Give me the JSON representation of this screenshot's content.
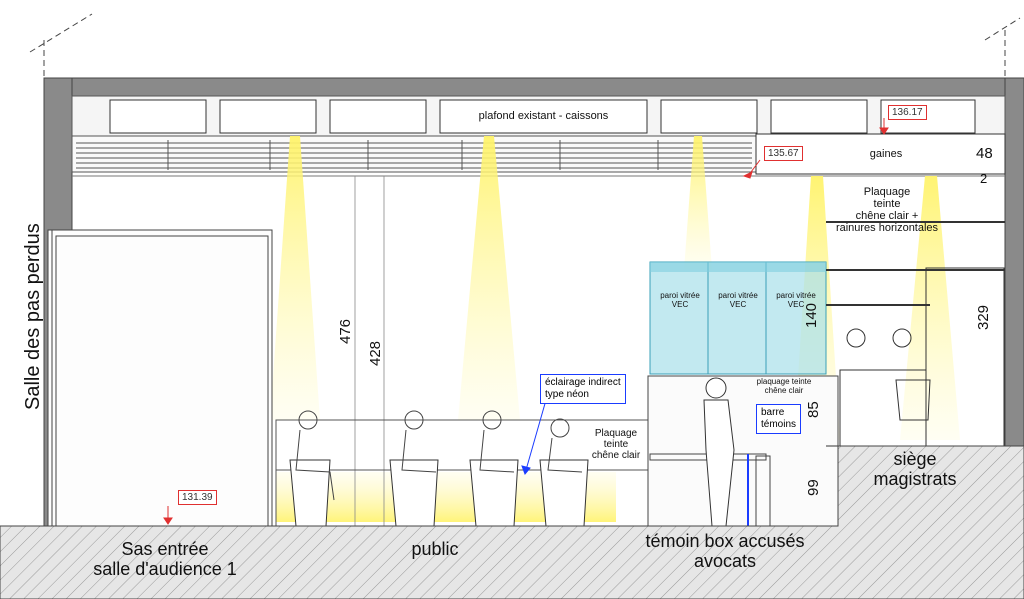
{
  "side_label": "Salle des pas perdus",
  "ceiling_label": "plafond existant - caissons",
  "gaines_label": "gaines",
  "elevations": [
    "136.17",
    "135.67",
    "131.39"
  ],
  "dimensions": {
    "d48": "48",
    "d2": "2",
    "d476": "476",
    "d428": "428",
    "d140": "140",
    "d329": "329",
    "d85": "85",
    "d99": "99"
  },
  "notes": {
    "plaquage_main": [
      "Plaquage",
      "teinte",
      "chêne clair +",
      "rainures horizontales"
    ],
    "paroi": [
      "paroi vitrée",
      "VEC"
    ],
    "plaquage_small": [
      "plaquage teinte",
      "chêne clair"
    ],
    "plaquage_box": [
      "Plaquage",
      "teinte",
      "chêne clair"
    ],
    "eclairage": [
      "éclairage indirect",
      "type néon"
    ],
    "barre": [
      "barre",
      "témoins"
    ]
  },
  "zones": {
    "sas": [
      "Sas entrée",
      "salle d'audience 1"
    ],
    "public": "public",
    "temoin": [
      "témoin box accusés",
      "avocats"
    ],
    "siege": [
      "siège",
      "magistrats"
    ]
  },
  "colors": {
    "wall": "#8a8a8a",
    "light": "#fff47a",
    "glass": "#a8e0ea",
    "ground": "#dcdcdc",
    "annotation_red": "#e03030",
    "annotation_blue": "#1a3cff"
  }
}
